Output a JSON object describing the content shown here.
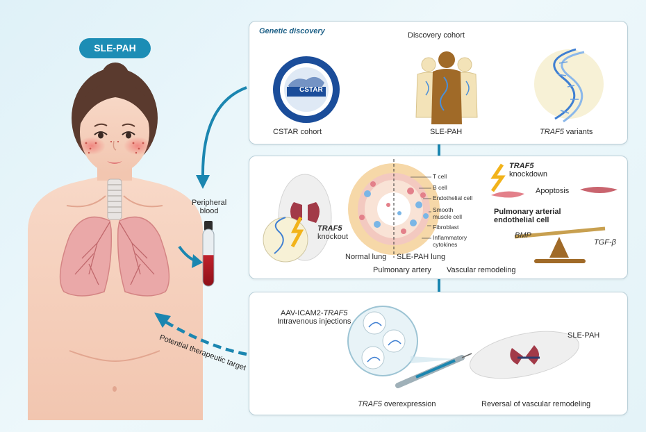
{
  "badge": "SLE-PAH",
  "peripheral_blood": [
    "Peripheral",
    "blood"
  ],
  "therapeutic_target": "Potential therapeutic target",
  "panel1": {
    "title": "Genetic discovery",
    "discovery_cohort": "Discovery cohort",
    "logo_text": "CSTAR",
    "cstar_cohort": "CSTAR cohort",
    "sle_pah": "SLE-PAH",
    "traf5_italic": "TRAF5",
    "variants": " variants"
  },
  "panel2": {
    "knockout_italic": "TRAF5",
    "knockout": "knockout",
    "cell_labels": [
      "T cell",
      "B cell",
      "Endothelial cell",
      "Smooth",
      "muscle cell",
      "Fibroblast",
      "Inflammatory",
      "cytokines"
    ],
    "normal_lung": "Normal lung",
    "sle_pah_lung": "SLE-PAH lung",
    "pulmonary_artery": "Pulmonary artery",
    "vascular_remodeling": "Vascular remodeling",
    "knockdown_italic": "TRAF5",
    "knockdown": "knockdown",
    "apoptosis": "Apoptosis",
    "paec": [
      "Pulmonary arterial",
      "endothelial cell"
    ],
    "bmp": "BMP",
    "tgfb": "TGF-β"
  },
  "panel3": {
    "aav_prefix": "AAV-ICAM2-",
    "aav_italic": "TRAF5",
    "iv": "Intravenous injections",
    "overexp_italic": "TRAF5",
    "overexp": " overexpression",
    "reversal": "Reversal of vascular remodeling",
    "sle_pah": "SLE-PAH"
  },
  "colors": {
    "accent": "#1c8db5",
    "arrow": "#1b86b0",
    "panel_border": "#b9cfd8"
  }
}
